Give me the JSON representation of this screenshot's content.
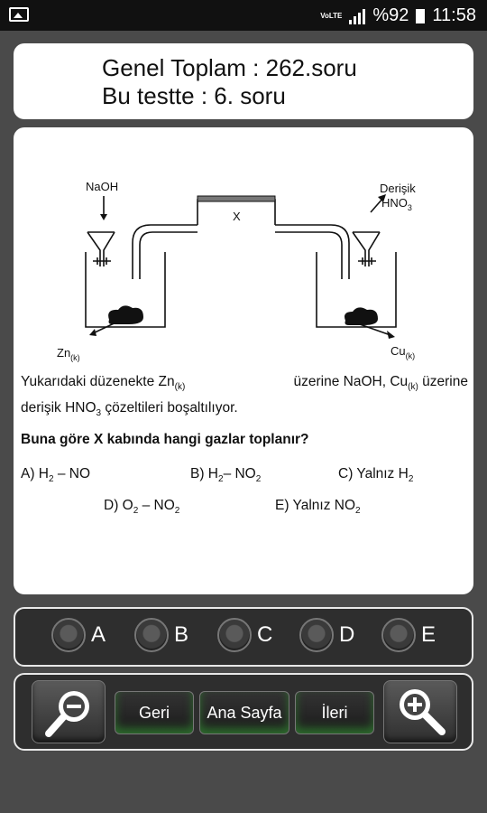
{
  "status": {
    "volte_top": "VoLTE",
    "battery_text": "%92",
    "time": "11:58",
    "icons": [
      "image-notification-icon",
      "volte-icon",
      "signal-icon",
      "battery-icon"
    ]
  },
  "header": {
    "line1": "Genel Toplam : 262.soru",
    "line2": "Bu testte : 6. soru"
  },
  "diagram": {
    "naoh": "NaOH",
    "x_label": "X",
    "derisik": "Derişik",
    "hno3": "HNO",
    "hno3_sub": "3",
    "zn": "Zn",
    "zn_sub": "(k)",
    "cu": "Cu",
    "cu_sub": "(k)"
  },
  "question": {
    "p1_a": "Yukarıdaki düzenekte  Zn",
    "p1_a_sub": "(k)",
    "p1_b": " üzerine NaOH, Cu",
    "p1_b_sub": "(k)",
    "p1_c": " üzerine",
    "p2_a": "derişik  HNO",
    "p2_a_sub": "3",
    "p2_b": "  çözeltileri boşaltılıyor.",
    "prompt": "Buna göre  X  kabında hangi gazlar toplanır?"
  },
  "options": {
    "a_pre": "A) H",
    "a_sub": "2",
    "a_post": " – NO",
    "b_pre": "B) H",
    "b_sub": "2",
    "b_mid": "– NO",
    "b_sub2": "2",
    "c_pre": "C) Yalnız H",
    "c_sub": "2",
    "d_pre": "D) O",
    "d_sub": "2",
    "d_mid": " – NO",
    "d_sub2": "2",
    "e_pre": "E) Yalnız NO",
    "e_sub": "2"
  },
  "answers": [
    "A",
    "B",
    "C",
    "D",
    "E"
  ],
  "nav": {
    "back": "Geri",
    "home": "Ana Sayfa",
    "next": "İleri"
  },
  "colors": {
    "background": "#4a4a4a",
    "bar": "#2e2e2e",
    "button_glow": "#2d6b2d"
  }
}
